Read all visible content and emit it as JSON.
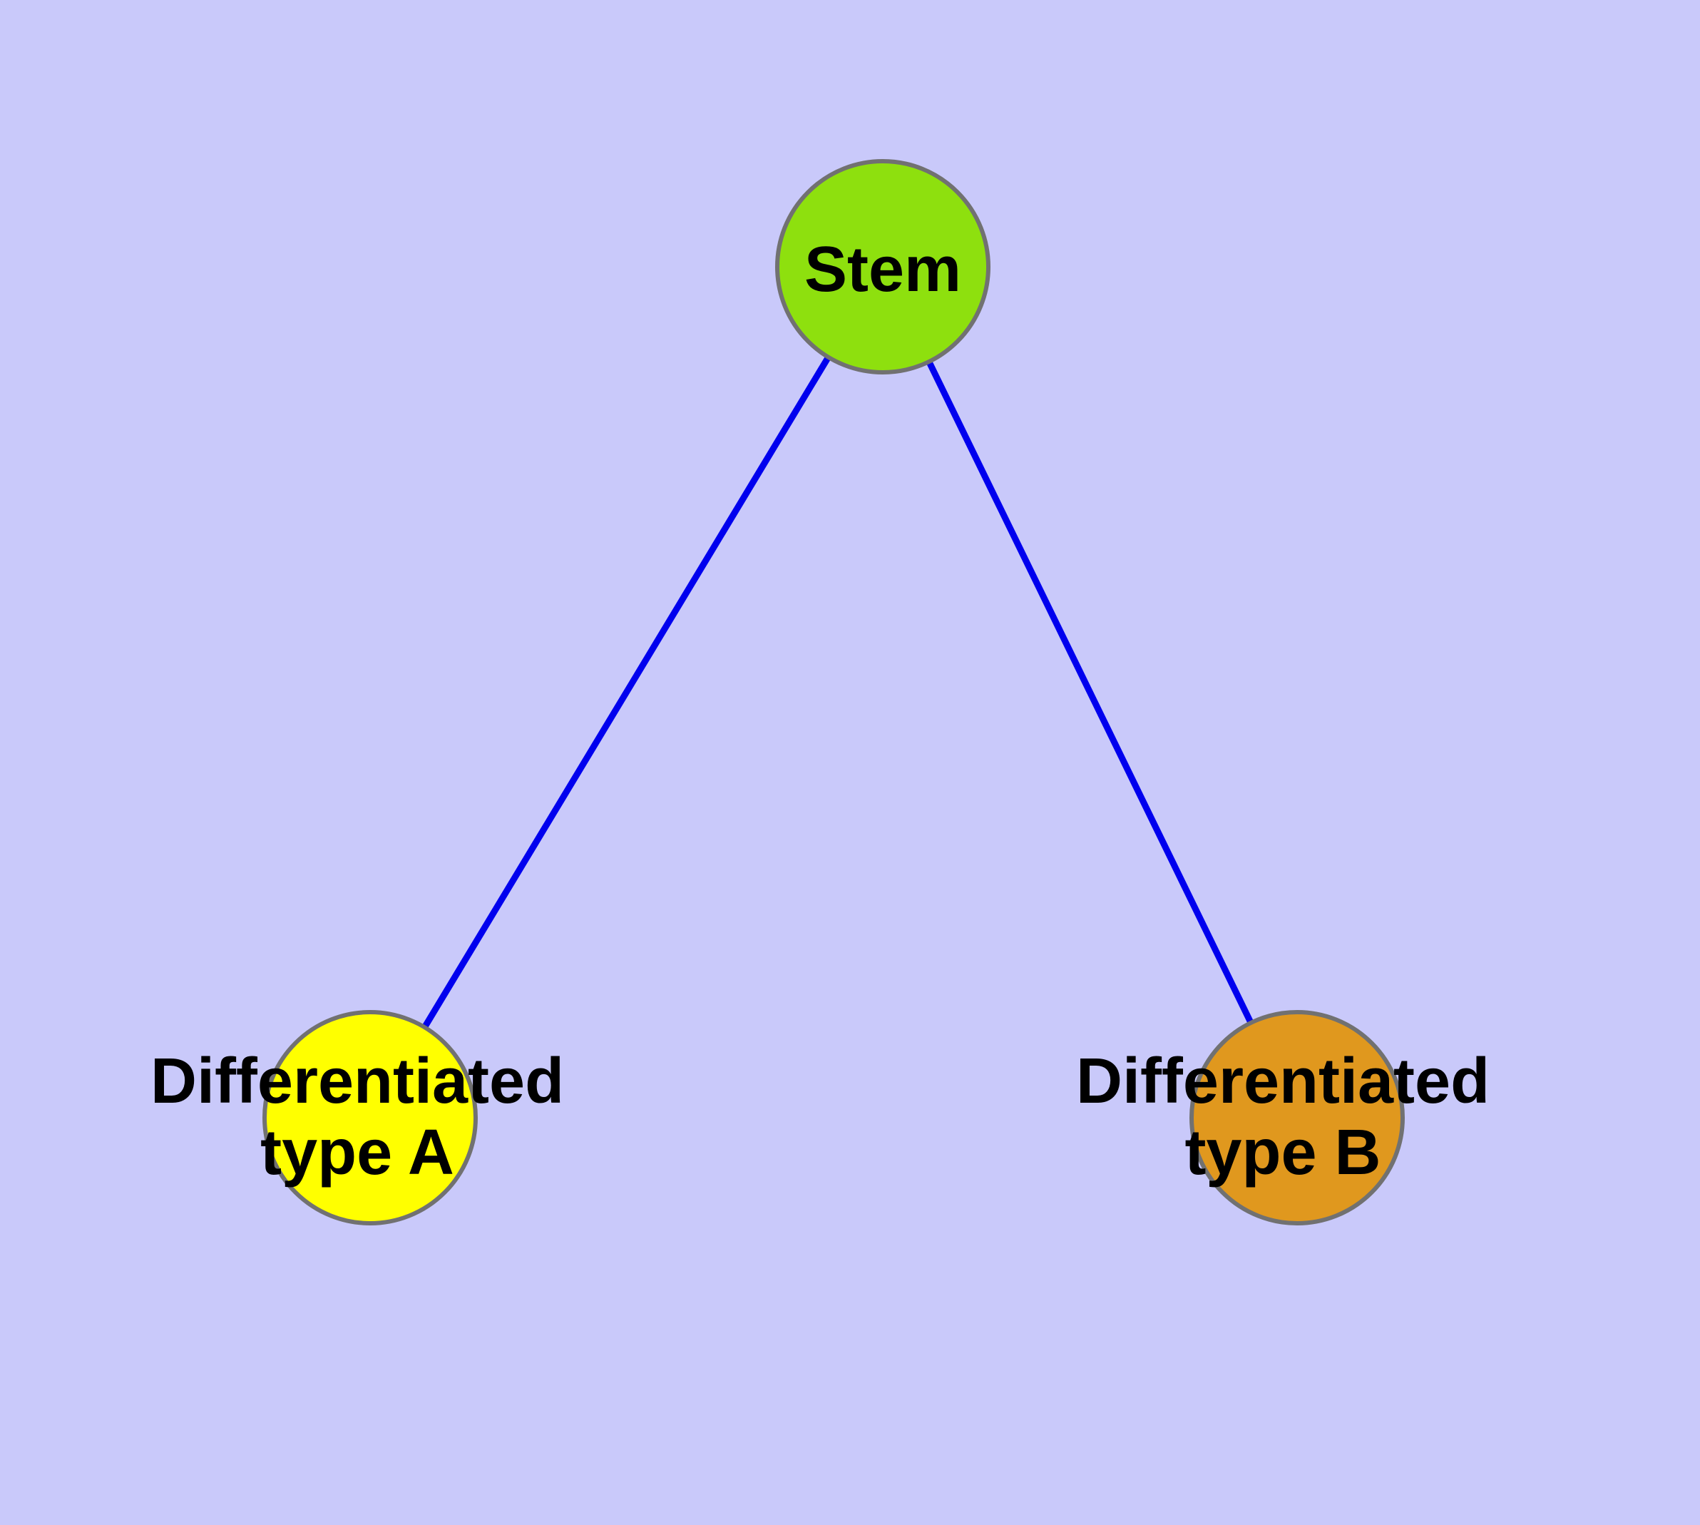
{
  "diagram": {
    "background_color": "#C9C9FA",
    "edge_color": "#0000EE",
    "node_border_color": "#717171",
    "text_color": "#000000",
    "nodes": {
      "stem": {
        "label": "Stem",
        "fill": "#8EE00E"
      },
      "type_a": {
        "label_line1": "Differentiated",
        "label_line2": "type A",
        "fill": "#FFFF00"
      },
      "type_b": {
        "label_line1": "Differentiated",
        "label_line2": "type B",
        "fill": "#E0981E"
      }
    },
    "edges": [
      {
        "from": "Stem",
        "to": "Differentiated type A"
      },
      {
        "from": "Stem",
        "to": "Differentiated type B"
      }
    ]
  }
}
